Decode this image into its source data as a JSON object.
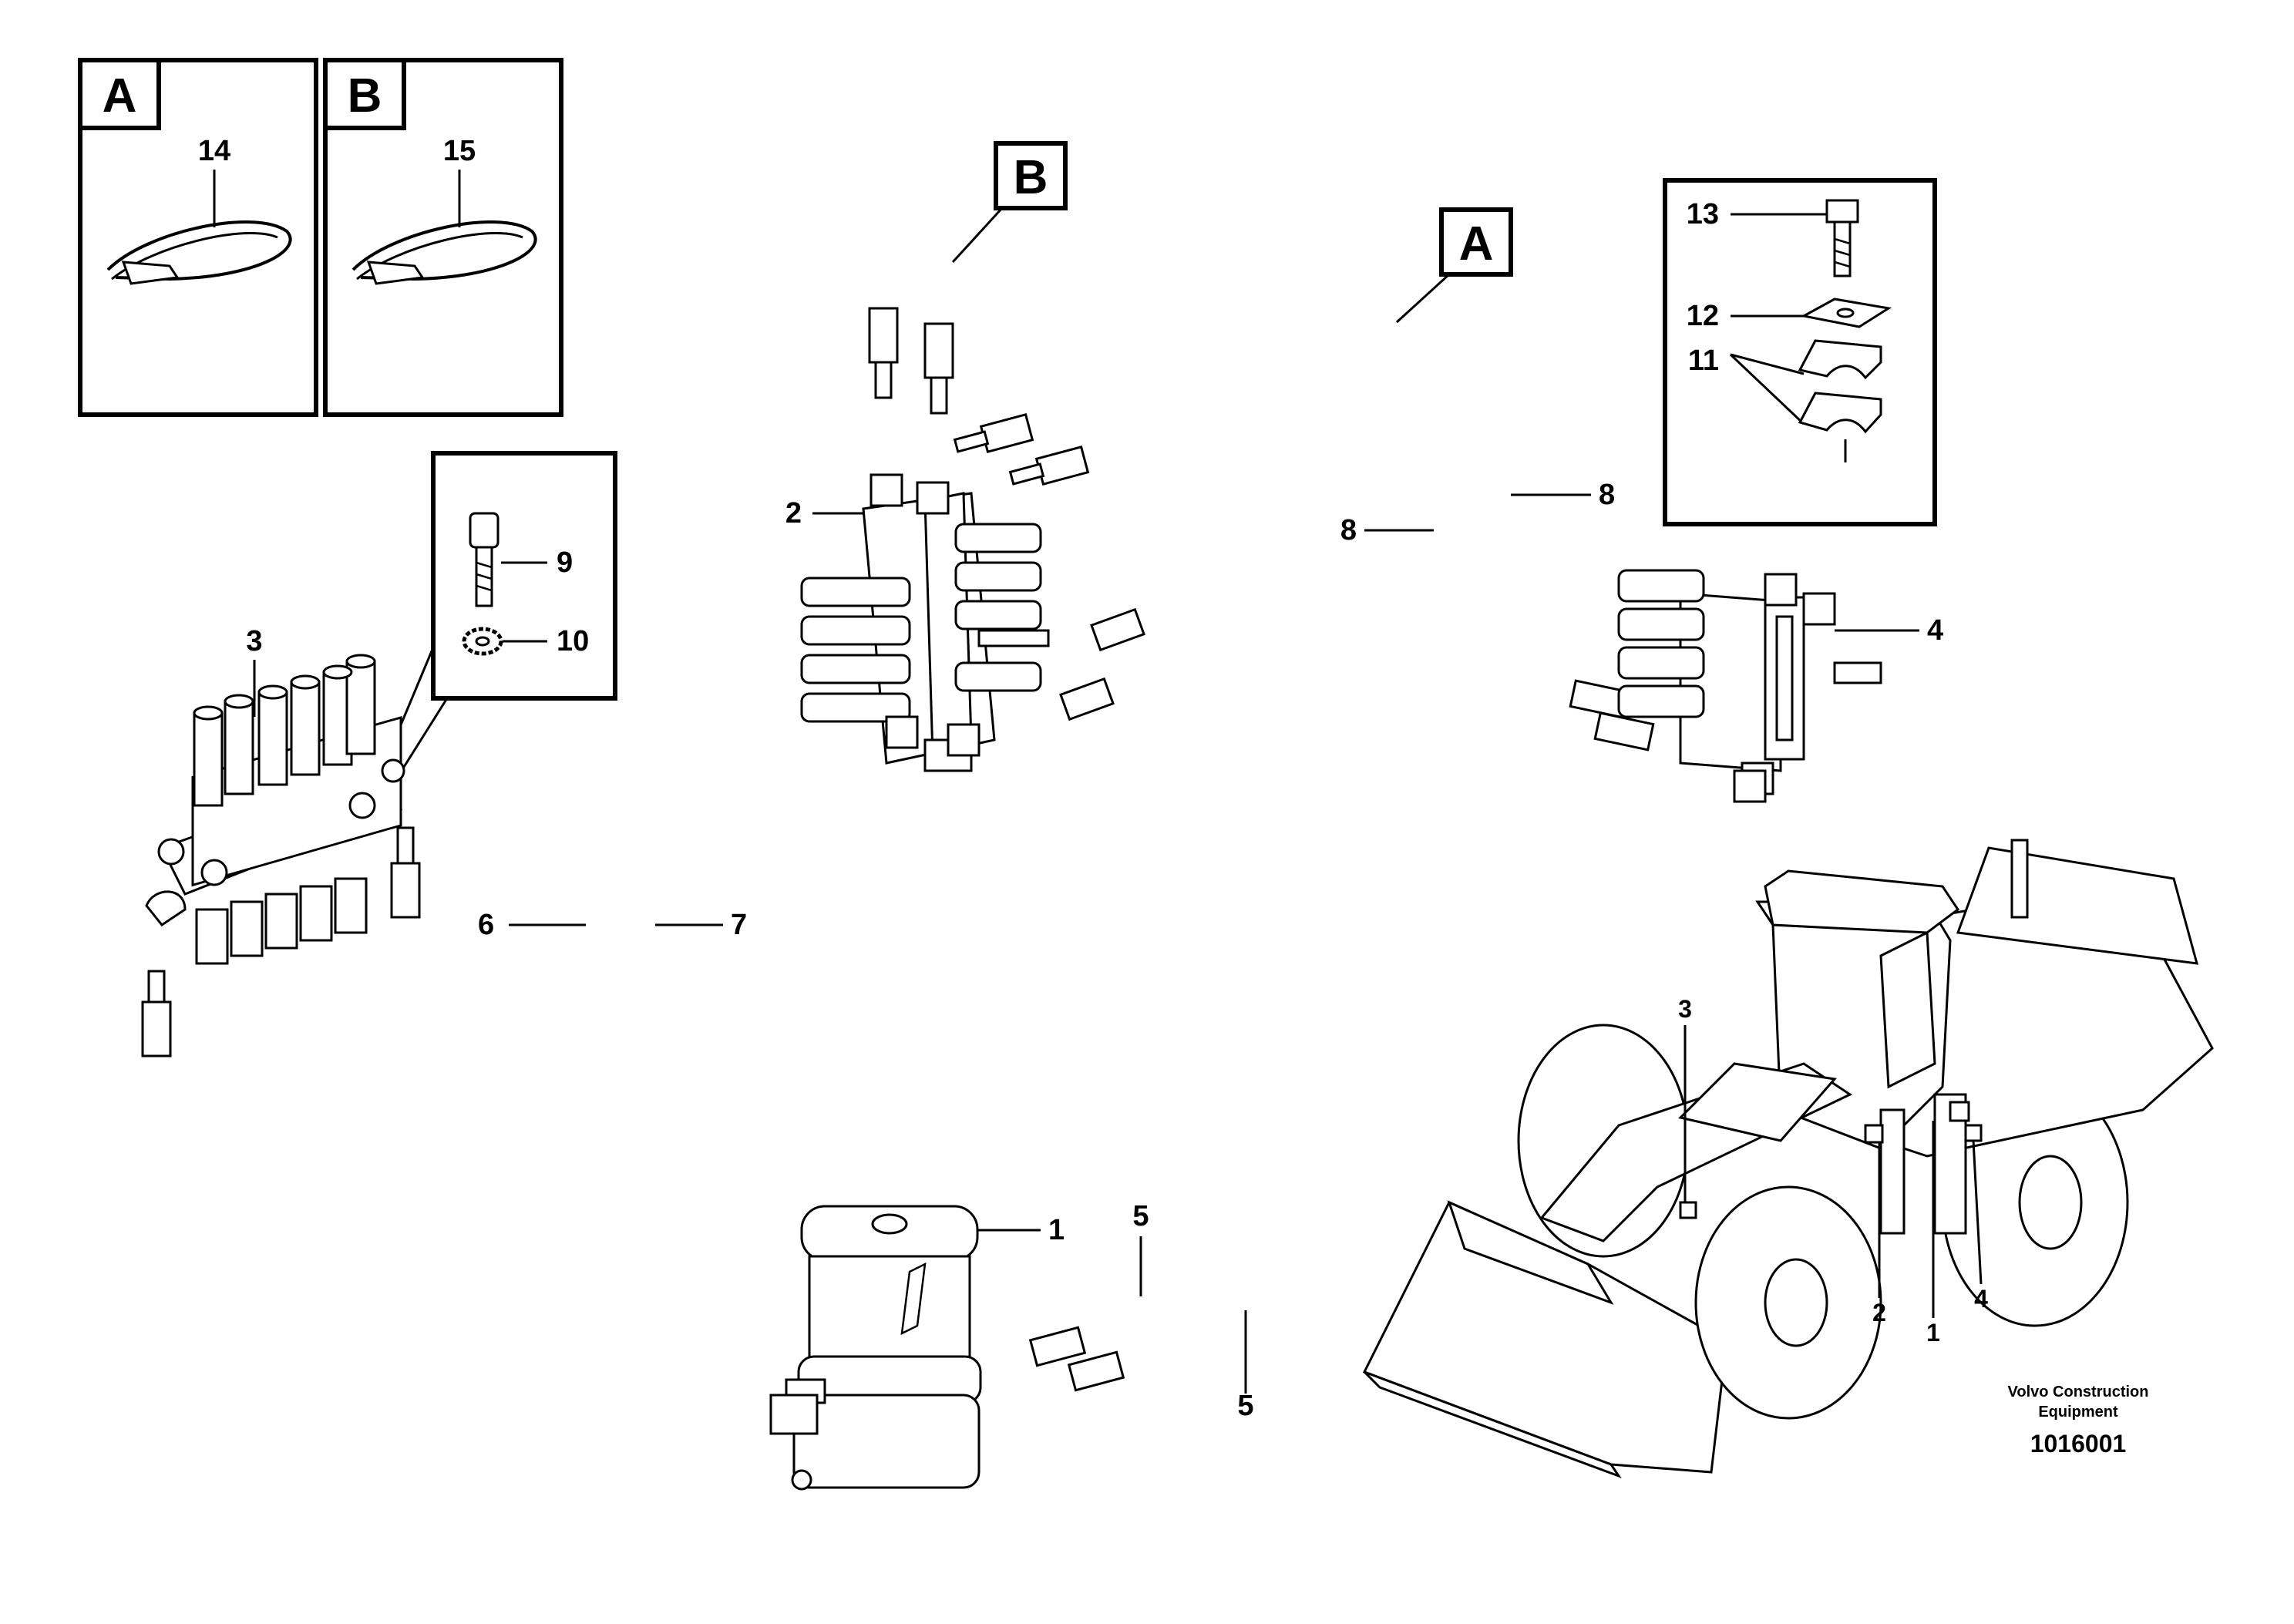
{
  "diagram": {
    "caption_line1": "Volvo Construction",
    "caption_line2": "Equipment",
    "reference_number": "1016001",
    "detail_boxes": {
      "a_letter": "A",
      "a_part": "14",
      "b_letter": "B",
      "b_part": "15"
    },
    "route_flags": {
      "a_letter": "A",
      "b_letter": "B"
    },
    "callouts": {
      "c1": "1",
      "c2": "2",
      "c3": "3",
      "c4": "4",
      "c5a": "5",
      "c5b": "5",
      "c6": "6",
      "c7": "7",
      "c8a": "8",
      "c8b": "8",
      "c9": "9",
      "c10": "10",
      "c11": "11",
      "c12": "12",
      "c13": "13",
      "m1": "1",
      "m2": "2",
      "m3": "3",
      "m4": "4"
    }
  }
}
